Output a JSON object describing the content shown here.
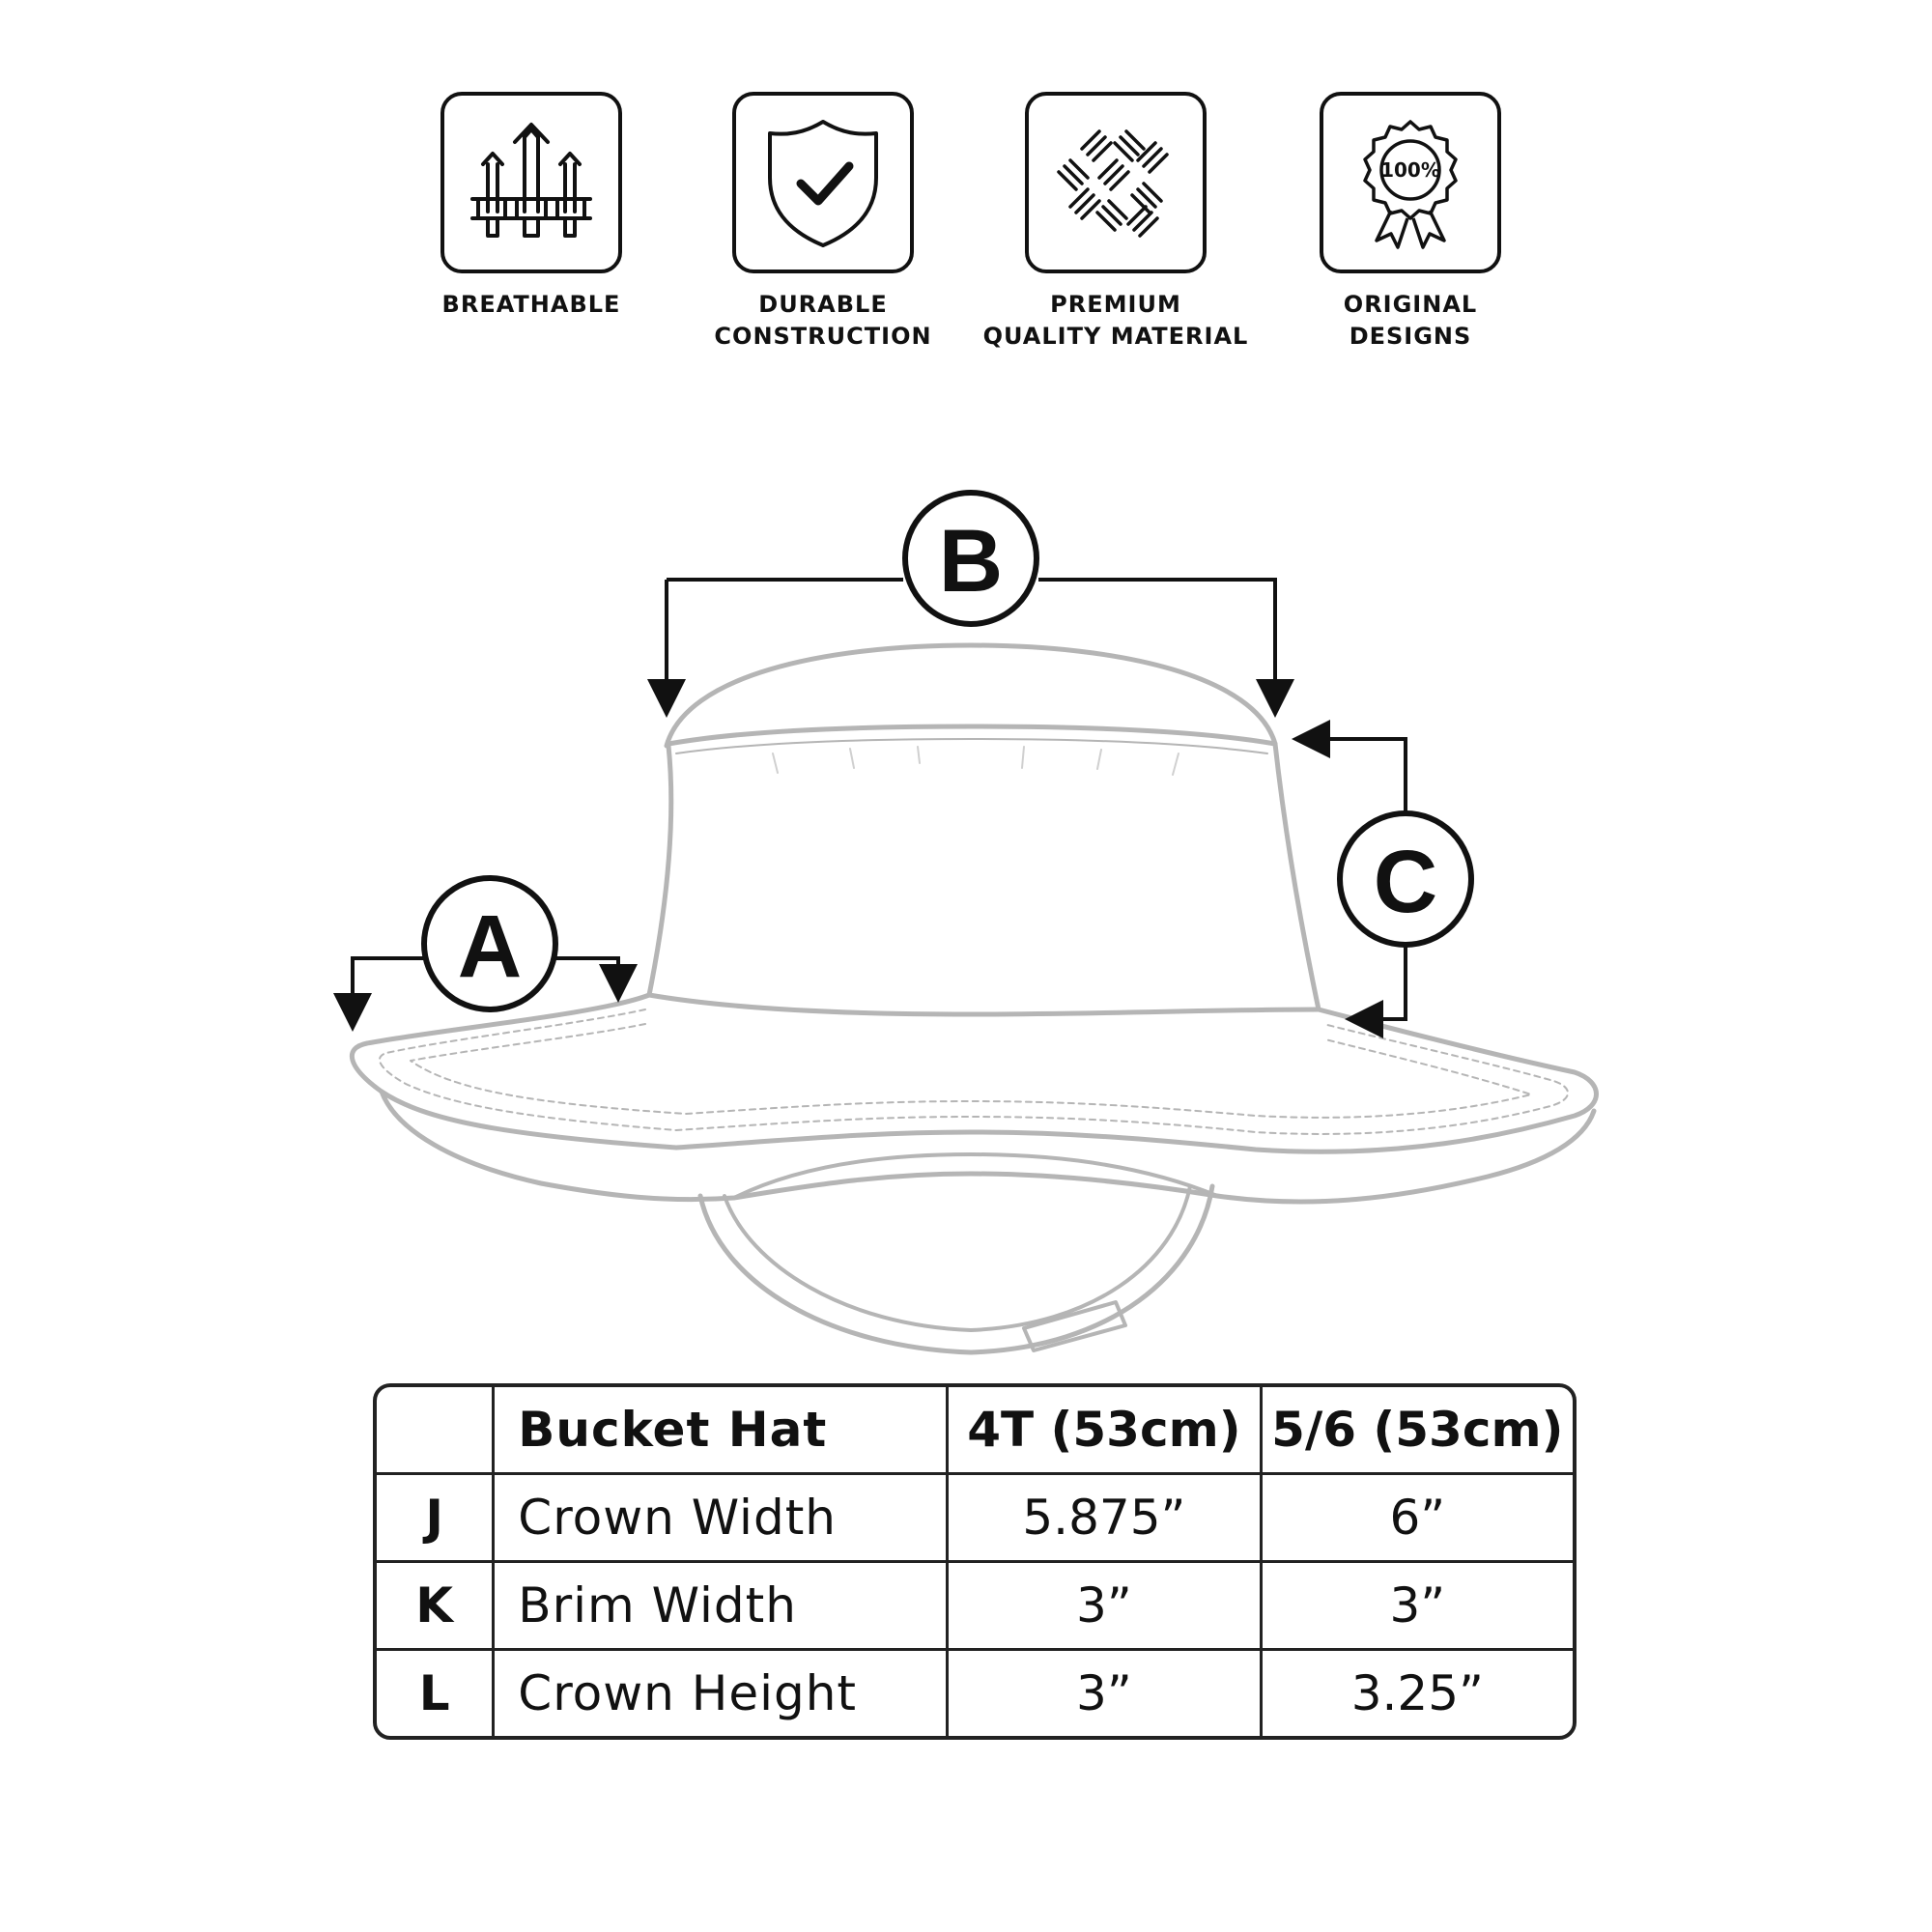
{
  "features": [
    {
      "icon": "breathable-icon",
      "lines": [
        "BREATHABLE"
      ]
    },
    {
      "icon": "shield-check-icon",
      "lines": [
        "DURABLE",
        "CONSTRUCTION"
      ]
    },
    {
      "icon": "woven-fabric-icon",
      "lines": [
        "PREMIUM",
        "QUALITY MATERIAL"
      ]
    },
    {
      "icon": "award-rosette-icon",
      "lines": [
        "ORIGINAL",
        "DESIGNS"
      ],
      "badge_text": "100%"
    }
  ],
  "diagram": {
    "callouts": {
      "a": "A",
      "b": "B",
      "c": "C"
    }
  },
  "size_chart": {
    "header": {
      "blank": "",
      "label": "Bucket Hat",
      "col1": "4T (53cm)",
      "col2": "5/6 (53cm)"
    },
    "rows": [
      {
        "key": "J",
        "label": "Crown Width",
        "col1": "5.875”",
        "col2": "6”"
      },
      {
        "key": "K",
        "label": "Brim Width",
        "col1": "3”",
        "col2": "3”"
      },
      {
        "key": "L",
        "label": "Crown Height",
        "col1": "3”",
        "col2": "3.25”"
      }
    ]
  },
  "colors": {
    "ink": "#111111",
    "hat_outline": "#b5b5b5",
    "background": "#ffffff"
  }
}
